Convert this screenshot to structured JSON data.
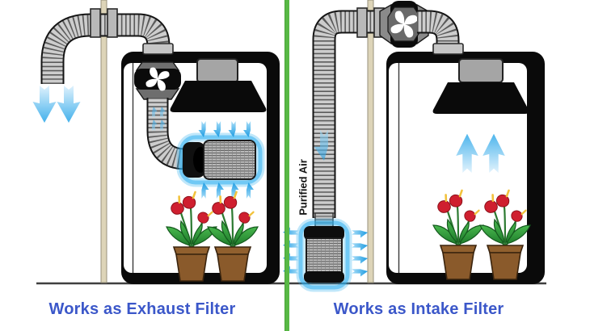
{
  "left_panel": {
    "caption": "Works as Exhaust Filter"
  },
  "right_panel": {
    "caption": "Works as Intake Filter",
    "duct_label": "Purified Air"
  },
  "colors": {
    "caption_text": "#3b57c9",
    "divider_green": "#58b845",
    "arrow_blue": "#2fa9ea",
    "filter_glow_blue": "#2fb0f0",
    "wall_beige": "#ddd4b8",
    "tent_frame": "#0a0a0a",
    "pot_brown": "#8a5a2b",
    "flower_red": "#cf1f2f",
    "leaf_green": "#2fa33c"
  },
  "icons": {
    "fan": "fan-icon",
    "plant": "potted-plant",
    "airflow": "airflow-arrow",
    "carbon_filter": "carbon-filter",
    "grow_light": "grow-light-reflector"
  }
}
